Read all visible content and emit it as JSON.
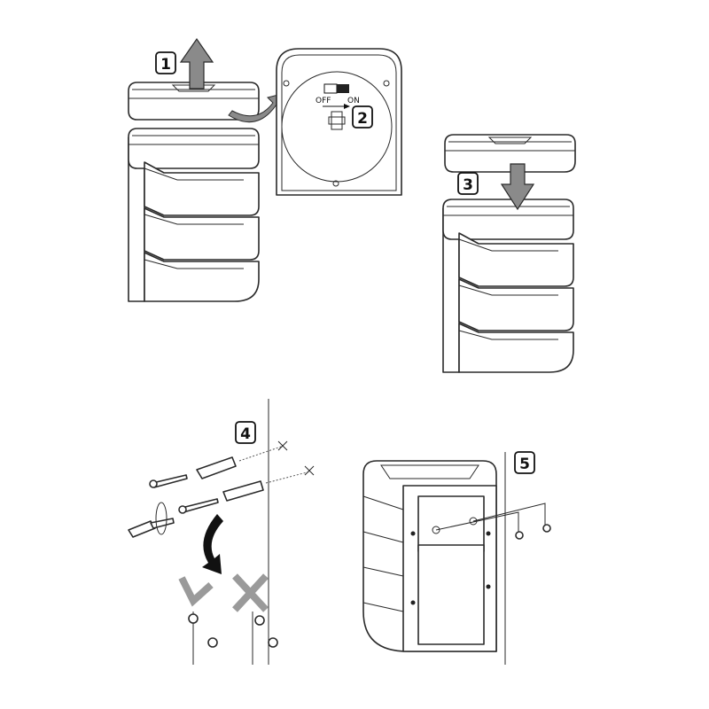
{
  "steps": {
    "s1": "1",
    "s2": "2",
    "s3": "3",
    "s4": "4",
    "s5": "5"
  },
  "switch": {
    "off_label": "OFF",
    "on_label": "ON"
  },
  "colors": {
    "line": "#2a2a2a",
    "arrow_gray": "#8a8a8a",
    "mark_gray": "#9a9a9a"
  }
}
